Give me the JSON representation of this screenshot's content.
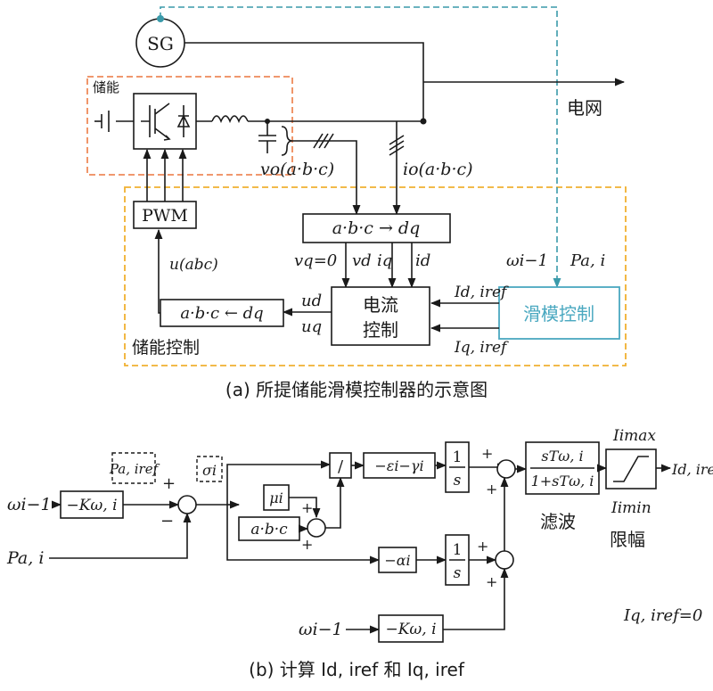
{
  "part_a": {
    "sg_label": "SG",
    "grid_label": "电网",
    "storage_label": "储能",
    "vo_label": "vo(a·b·c)",
    "io_label": "io(a·b·c)",
    "pwm_label": "PWM",
    "abc_dq_label": "a·b·c → dq",
    "vq_zero": "vq=0",
    "vd": "vd",
    "iq": "iq",
    "id": "id",
    "omega_minus_1": "ωi−1",
    "pa_i": "Pa, i",
    "id_ref": "Id, iref",
    "iq_ref": "Iq, iref",
    "sliding_mode_label": "滑模控制",
    "current_ctrl_line1": "电流",
    "current_ctrl_line2": "控制",
    "ud": "ud",
    "uq": "uq",
    "dq_abc_label": "a·b·c ← dq",
    "u_abc": "u(abc)",
    "storage_ctrl_label": "储能控制",
    "caption": "(a) 所提储能滑模控制器的示意图"
  },
  "part_b": {
    "omega_input": "ωi−1",
    "k_omega": "−Kω, i",
    "pa_ref": "Pa, iref",
    "pa_input": "Pa, i",
    "sigma": "σi",
    "mu": "μi",
    "abc_box": "a·b·c",
    "divide": "/",
    "eps_gamma": "−εi−γi",
    "integ1_num": "1",
    "integ1_den": "s",
    "filter_num": "sTω, i",
    "filter_den": "1+sTω, i",
    "filter_label": "滤波",
    "limit_label": "限幅",
    "i_max": "Iimax",
    "i_min": "Iimin",
    "id_ref_out": "Id, iref",
    "alpha": "−αi",
    "integ2_num": "1",
    "integ2_den": "s",
    "omega_input2": "ωi−1",
    "k_omega2": "−Kω, i",
    "iq_zero": "Iq, iref=0",
    "plus": "+",
    "minus": "−",
    "caption": "(b) 计算 Id, iref 和 Iq, iref"
  },
  "colors": {
    "line": "#1a1a1a",
    "storage_box": "#ee8a5a",
    "control_box": "#f0b030",
    "sliding_box": "#4aa8c0",
    "sg_link": "#3a9aaa"
  }
}
